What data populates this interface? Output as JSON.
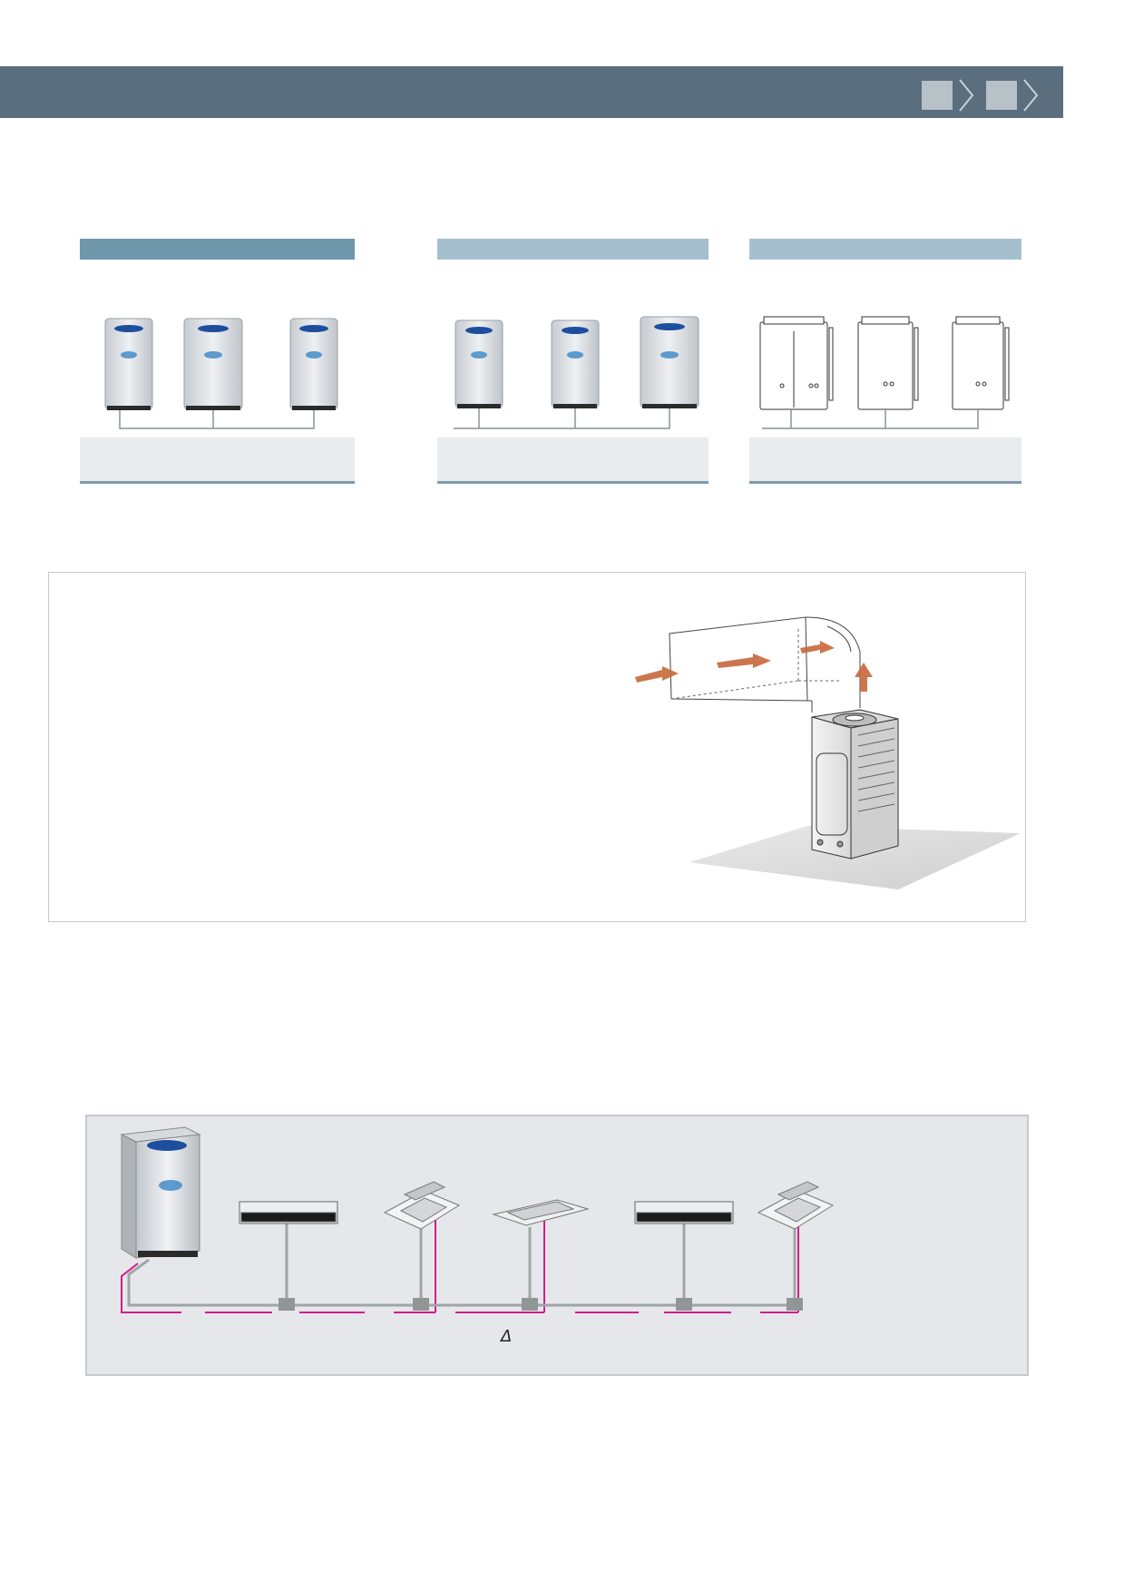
{
  "colors": {
    "header_bar": "#5a6e7e",
    "ribbon_dark": "#6e97ab",
    "ribbon_light": "#a5bfcf",
    "pipe": "#9ea6a6",
    "wire": "#d21d8c",
    "airflow": "#c8683a"
  },
  "header": {
    "nav_icons": [
      "square-icon",
      "chevron-right-icon",
      "square-icon",
      "chevron-right-icon"
    ]
  },
  "configurations": [
    {
      "ribbon_style": "dark",
      "units": [
        "samsung-outdoor-unit",
        "samsung-outdoor-unit",
        "samsung-outdoor-unit"
      ]
    },
    {
      "ribbon_style": "light",
      "units": [
        "samsung-outdoor-unit",
        "samsung-outdoor-unit",
        "samsung-outdoor-unit"
      ]
    },
    {
      "ribbon_style": "light",
      "units": [
        "outdoor-unit-line-drawing",
        "outdoor-unit-line-drawing",
        "outdoor-unit-line-drawing"
      ]
    }
  ],
  "piping_diagram": {
    "marker": "Δ",
    "indoor_units": [
      "duct-unit",
      "4-way-cassette",
      "1-way-cassette",
      "duct-unit",
      "4-way-cassette"
    ]
  }
}
